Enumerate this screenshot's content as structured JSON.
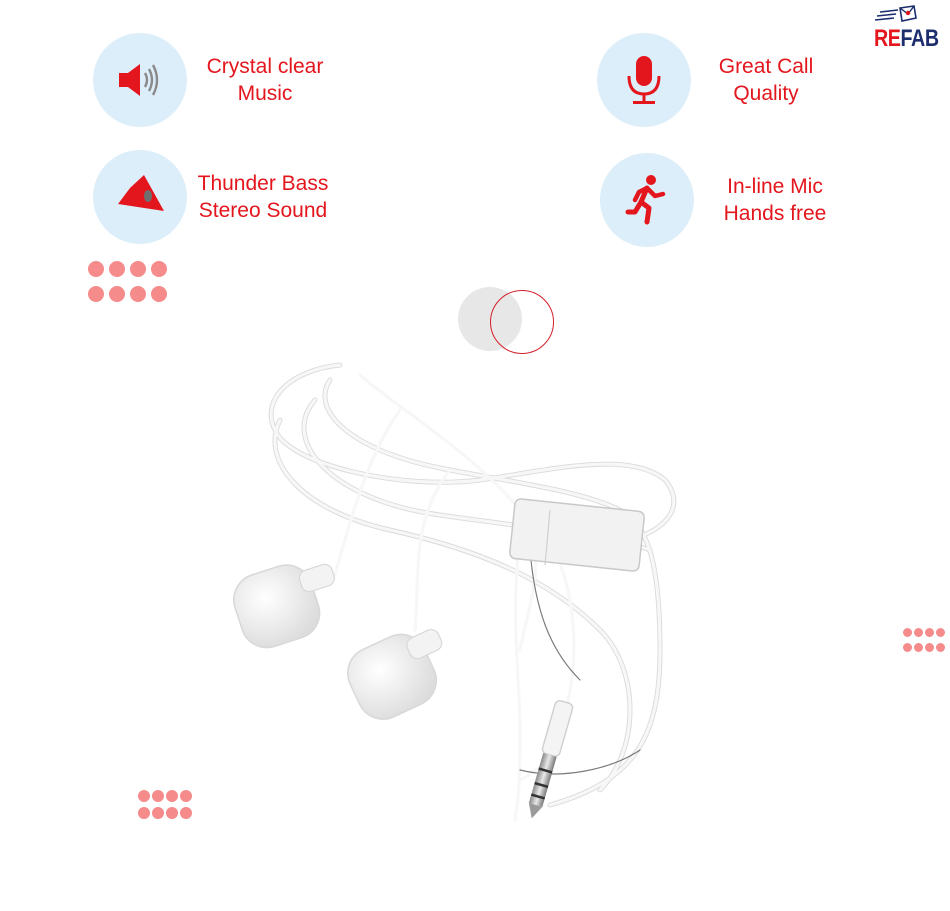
{
  "brand": {
    "logo_re": "RE",
    "logo_fab": "FAB"
  },
  "features": [
    {
      "line1": "Crystal clear",
      "line2": "Music",
      "icon": "speaker-icon"
    },
    {
      "line1": "Thunder Bass",
      "line2": "Stereo Sound",
      "icon": "megaphone-icon"
    },
    {
      "line1": "Great Call",
      "line2": "Quality",
      "icon": "microphone-icon"
    },
    {
      "line1": "In-line Mic",
      "line2": "Hands free",
      "icon": "running-person-icon"
    }
  ],
  "colors": {
    "accent": "#e4161d",
    "icon_circle": "#dceef9",
    "dots": "#f58b8b",
    "logo_navy": "#1d2e6e"
  }
}
